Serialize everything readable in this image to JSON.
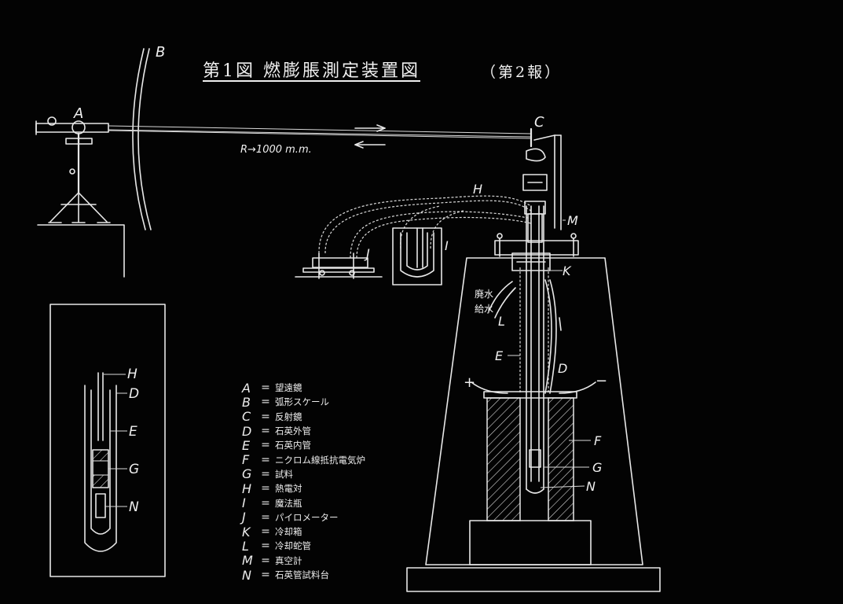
{
  "title": "第1図 燃膨脹測定装置図",
  "subtitle": "（第2報）",
  "distance_label": "R→1000 m.m.",
  "water_labels": [
    "廃水",
    "給水"
  ],
  "polarity": {
    "plus": "+",
    "minus": "−"
  },
  "component_labels": [
    "A",
    "B",
    "C",
    "D",
    "E",
    "F",
    "G",
    "H",
    "I",
    "J",
    "K",
    "L",
    "M",
    "N"
  ],
  "inset_labels": [
    "H",
    "D",
    "E",
    "G",
    "N"
  ],
  "legend": [
    {
      "key": "A",
      "eq": "=",
      "text": "望遠鏡"
    },
    {
      "key": "B",
      "eq": "=",
      "text": "弧形スケール"
    },
    {
      "key": "C",
      "eq": "=",
      "text": "反射鏡"
    },
    {
      "key": "D",
      "eq": "=",
      "text": "石英外管"
    },
    {
      "key": "E",
      "eq": "=",
      "text": "石英内管"
    },
    {
      "key": "F",
      "eq": "=",
      "text": "ニクロム線抵抗電気炉"
    },
    {
      "key": "G",
      "eq": "=",
      "text": "試料"
    },
    {
      "key": "H",
      "eq": "=",
      "text": "熱電対"
    },
    {
      "key": "I",
      "eq": "=",
      "text": "魔法瓶"
    },
    {
      "key": "J",
      "eq": "=",
      "text": "パイロメーター"
    },
    {
      "key": "K",
      "eq": "=",
      "text": "冷却箱"
    },
    {
      "key": "L",
      "eq": "=",
      "text": "冷却蛇管"
    },
    {
      "key": "M",
      "eq": "=",
      "text": "真空計"
    },
    {
      "key": "N",
      "eq": "=",
      "text": "石英管試料台"
    }
  ]
}
